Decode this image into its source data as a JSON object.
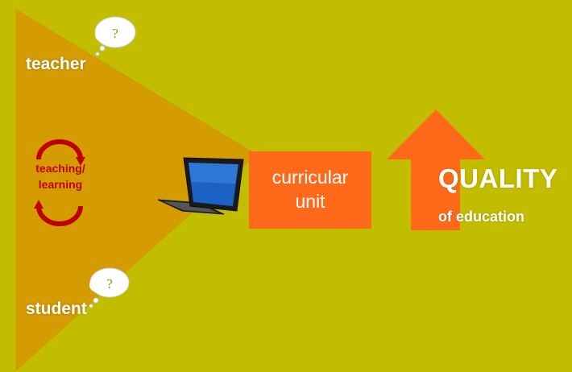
{
  "colors": {
    "background": "#c3bd00",
    "triangle": "#d49c00",
    "orange": "#ff6a1a",
    "cycle_red": "#c00000",
    "text_white": "#ffffff"
  },
  "actors": {
    "teacher": "teacher",
    "student": "student"
  },
  "thought_bubble_text": "?",
  "cycle": {
    "line1": "teaching/",
    "line2": "learning"
  },
  "laptop_icon": "laptop-icon",
  "curricular_unit": {
    "line1": "curricular",
    "line2": "unit"
  },
  "quality": {
    "title": "QUALITY",
    "subtitle": "of education"
  }
}
